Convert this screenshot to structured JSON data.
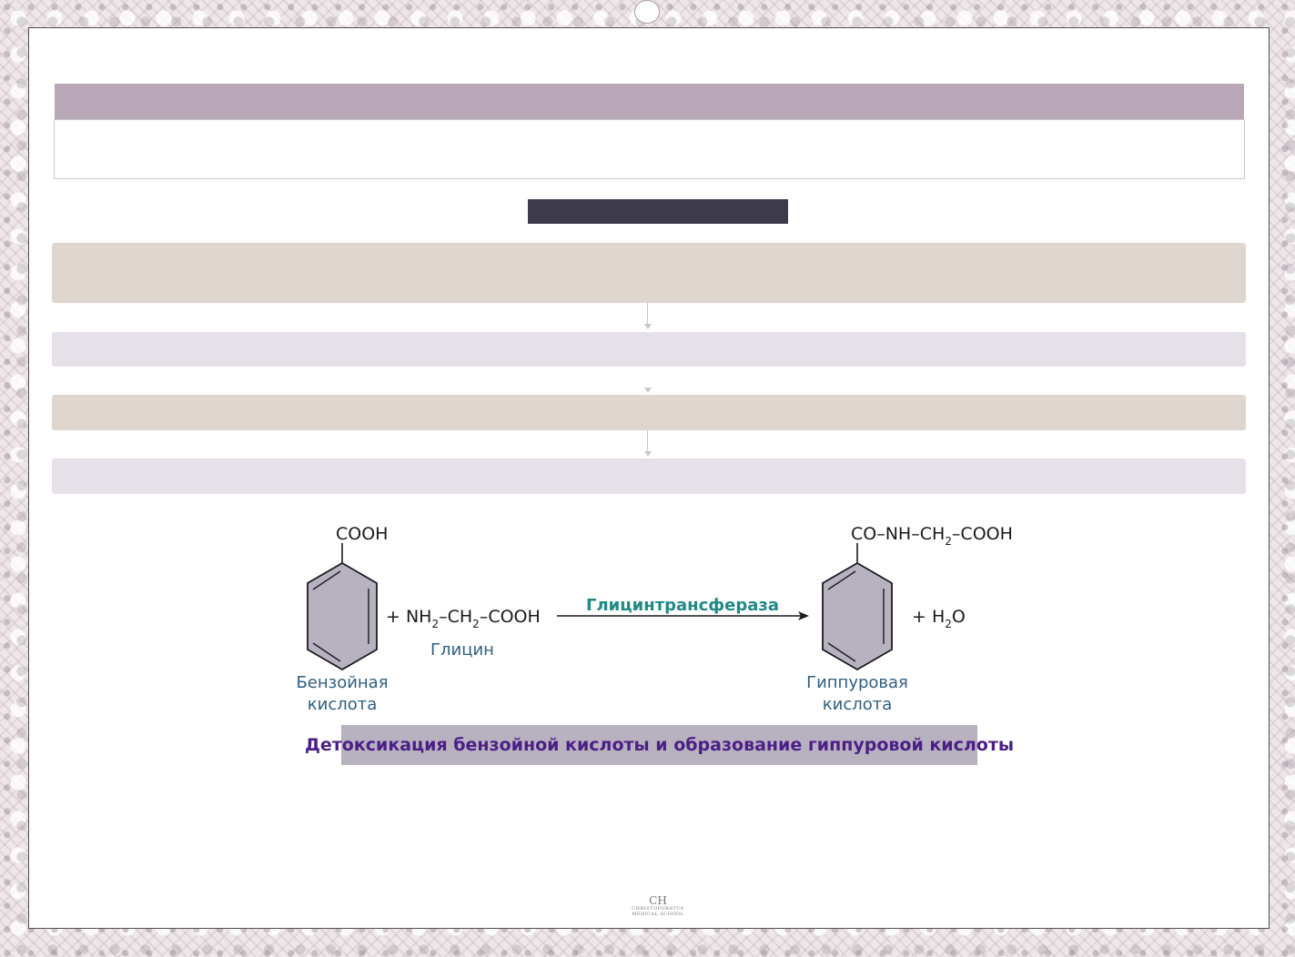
{
  "reaction": {
    "reactant1": {
      "group": "COOH",
      "name_line1": "Бензойная",
      "name_line2": "кислота"
    },
    "reactant2": {
      "formula_prefix": "+ NH",
      "sub1": "2",
      "mid1": "–CH",
      "sub2": "2",
      "tail": "–COOH",
      "name": "Глицин"
    },
    "enzyme": "Глицинтрансфераза",
    "product": {
      "group_prefix": "CO–NH–CH",
      "group_sub": "2",
      "group_tail": "–COOH",
      "name_line1": "Гиппуровая",
      "name_line2": "кислота"
    },
    "byproduct": {
      "prefix": "+ H",
      "sub": "2",
      "tail": "O"
    }
  },
  "caption": "Детоксикация бензойной кислоты и образование гиппуровой кислоты",
  "logo": {
    "monogram": "CH",
    "line1": "CHRISTOFORATUS",
    "line2": "MEDICAL SCHOOL"
  },
  "colors": {
    "header_bar": "#b8a8b8",
    "dark_label": "#3d3a4a",
    "beige_block": "#e0d6d0",
    "lilac_block": "#e6e0e8",
    "ring_fill": "#b8b2c0",
    "name_text": "#2d5f86",
    "enzyme_text": "#1f8a86",
    "caption_text": "#4b1f86",
    "caption_bg": "#b8b2c0"
  }
}
